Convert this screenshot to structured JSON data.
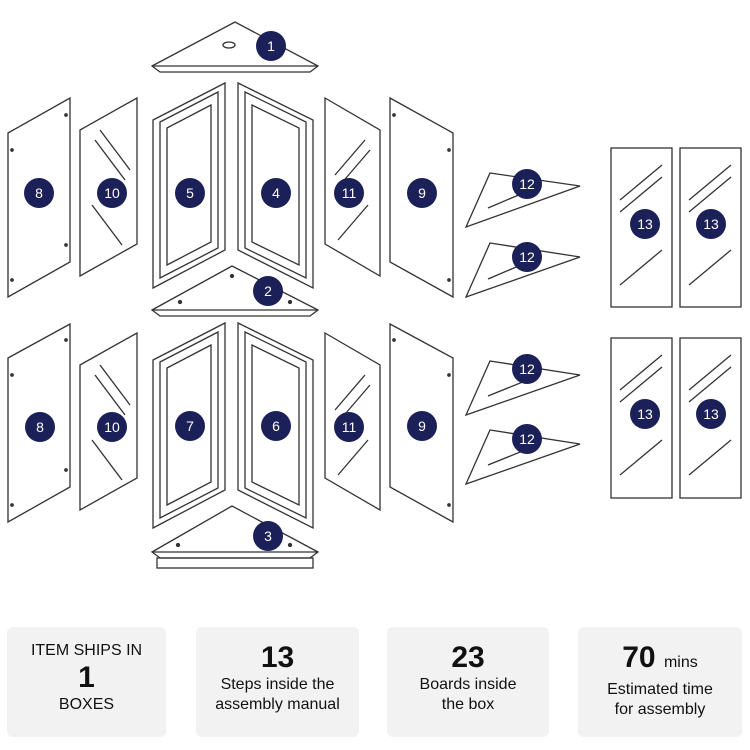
{
  "diagram": {
    "badge_color": "#1c2059",
    "line_color": "#333333",
    "parts": [
      {
        "id": "top-shelf",
        "label": "1"
      },
      {
        "id": "middle-shelf",
        "label": "2"
      },
      {
        "id": "bottom-base",
        "label": "3"
      },
      {
        "id": "door-4",
        "label": "4"
      },
      {
        "id": "door-5",
        "label": "5"
      },
      {
        "id": "door-6",
        "label": "6"
      },
      {
        "id": "door-7",
        "label": "7"
      },
      {
        "id": "left-panel-upper",
        "label": "8"
      },
      {
        "id": "left-panel-lower",
        "label": "8"
      },
      {
        "id": "right-panel-upper",
        "label": "9"
      },
      {
        "id": "right-panel-lower",
        "label": "9"
      },
      {
        "id": "left-glass-upper",
        "label": "10"
      },
      {
        "id": "left-glass-lower",
        "label": "10"
      },
      {
        "id": "right-glass-upper",
        "label": "11"
      },
      {
        "id": "right-glass-lower",
        "label": "11"
      },
      {
        "id": "glass-shelf-1",
        "label": "12"
      },
      {
        "id": "glass-shelf-2",
        "label": "12"
      },
      {
        "id": "glass-shelf-3",
        "label": "12"
      },
      {
        "id": "glass-shelf-4",
        "label": "12"
      },
      {
        "id": "glass-pane-1",
        "label": "13"
      },
      {
        "id": "glass-pane-2",
        "label": "13"
      },
      {
        "id": "glass-pane-3",
        "label": "13"
      },
      {
        "id": "glass-pane-4",
        "label": "13"
      }
    ]
  },
  "stats": [
    {
      "top": "ITEM SHIPS IN",
      "big": "1",
      "unit": "",
      "line1": "BOXES",
      "line2": ""
    },
    {
      "top": "",
      "big": "13",
      "unit": "",
      "line1": "Steps inside the",
      "line2": "assembly manual"
    },
    {
      "top": "",
      "big": "23",
      "unit": "",
      "line1": "Boards inside",
      "line2": "the box"
    },
    {
      "top": "",
      "big": "70",
      "unit": "mins",
      "line1": "Estimated time",
      "line2": "for assembly"
    }
  ]
}
